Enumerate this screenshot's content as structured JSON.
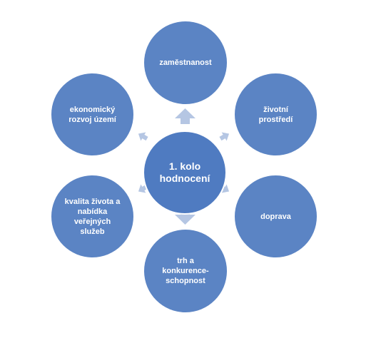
{
  "diagram": {
    "center": {
      "label": "1. kolo\nhodnocení"
    },
    "nodes": [
      {
        "id": "zamestnanost",
        "label": "zaměstnanost"
      },
      {
        "id": "zivotni-prostredi",
        "label": "životní\nprostředí"
      },
      {
        "id": "doprava",
        "label": "doprava"
      },
      {
        "id": "trh",
        "label": "trh a\nkonkurence-\nschopnost"
      },
      {
        "id": "kvalita-zivota",
        "label": "kvalita života a\nnabídka\nveřejných\nslužeb"
      },
      {
        "id": "ekonomicky-rozvoj",
        "label": "ekonomický\nrozvoj území"
      }
    ],
    "colors": {
      "node": "#5b84c4",
      "center": "#4f7bc1",
      "arrow": "#b5c6e3",
      "text": "#ffffff"
    }
  }
}
